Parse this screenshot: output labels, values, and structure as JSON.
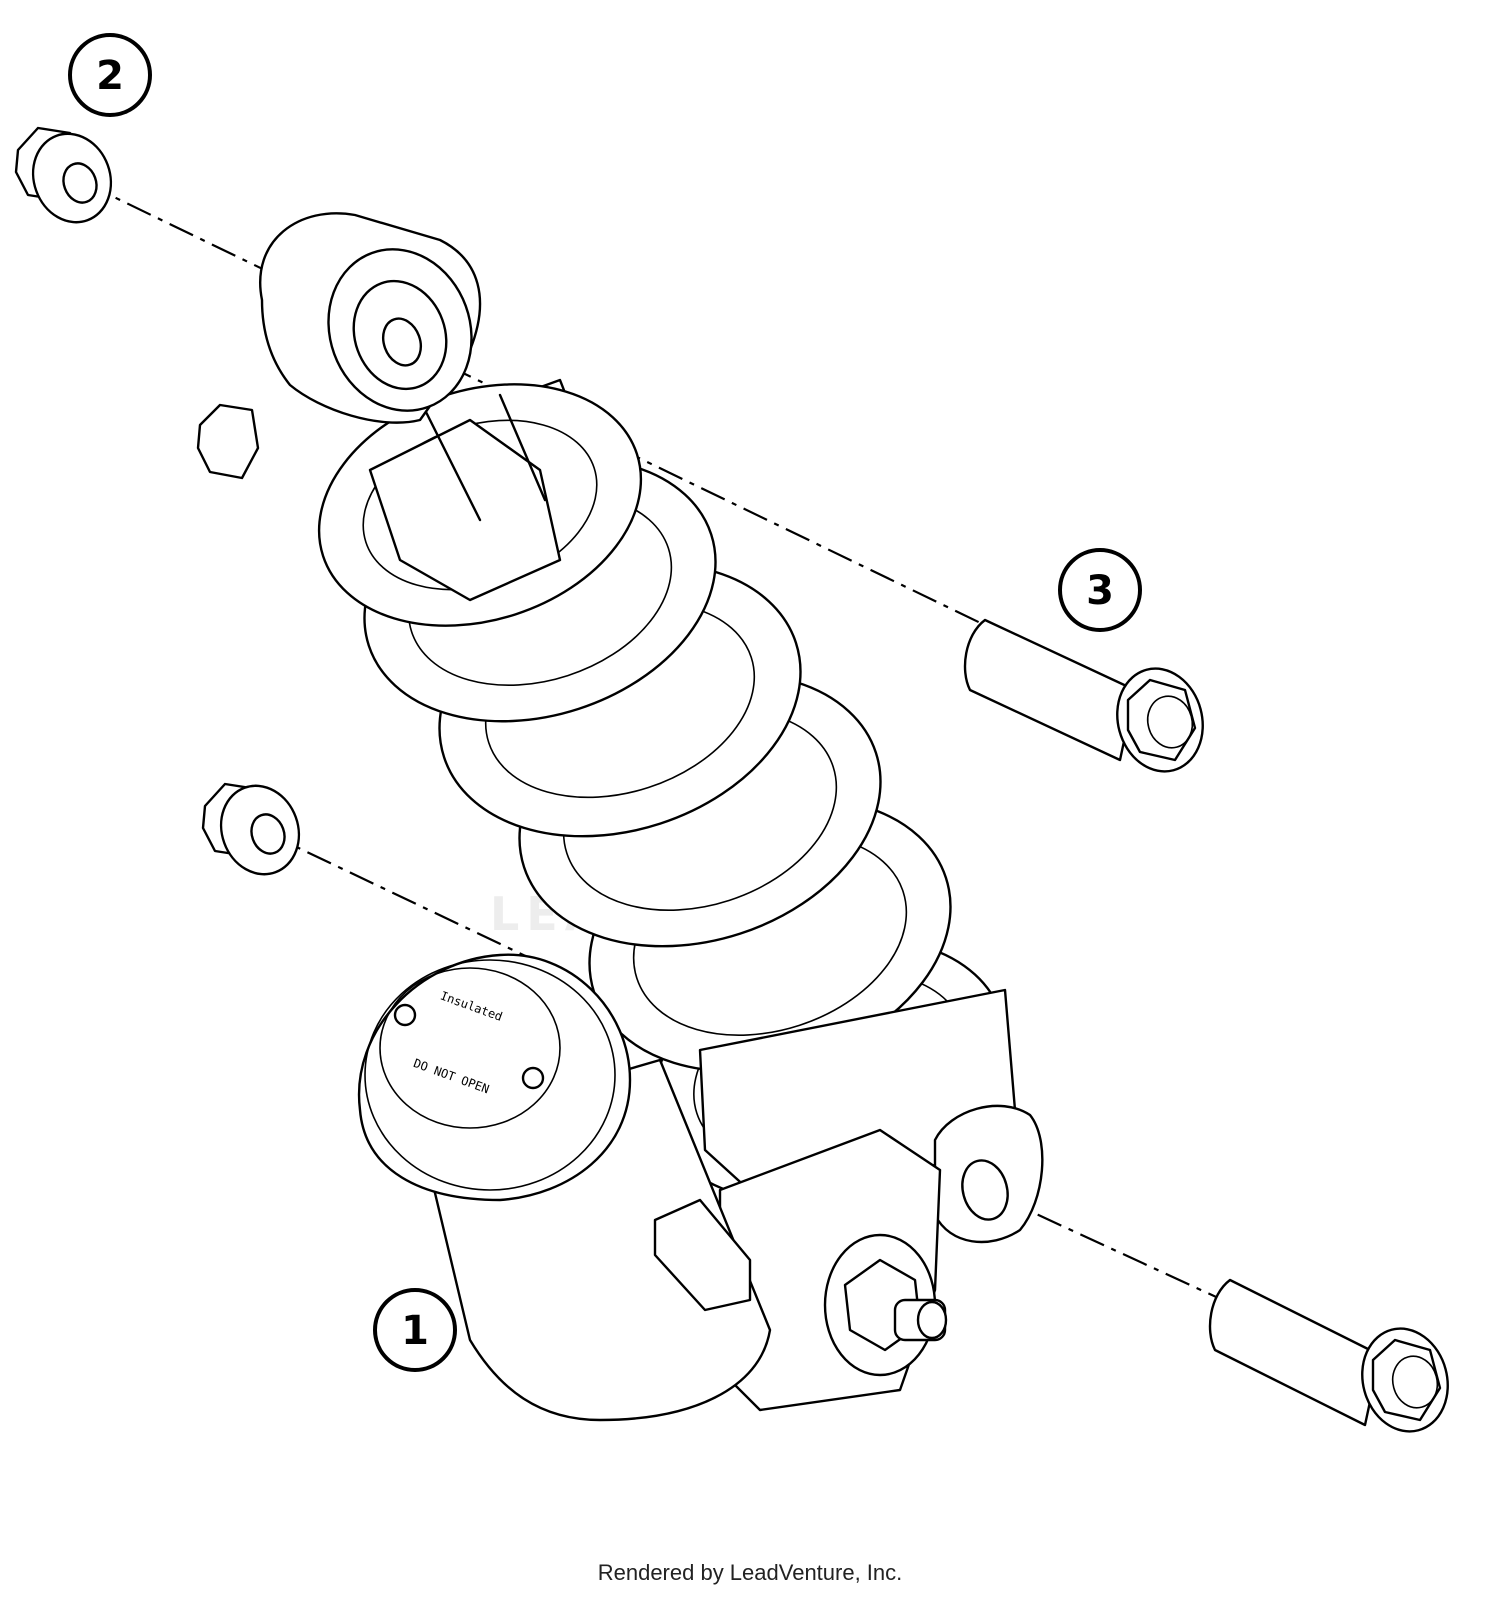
{
  "diagram": {
    "callouts": [
      {
        "id": "1",
        "label": "1",
        "part": "shock-absorber"
      },
      {
        "id": "2",
        "label": "2",
        "part": "flange-nut"
      },
      {
        "id": "3",
        "label": "3",
        "part": "flange-bolt"
      }
    ],
    "watermark": "LEADVENTURE",
    "cap_text_line1": "Insulated",
    "cap_text_line2": "DO NOT OPEN",
    "credit": "Rendered by LeadVenture, Inc."
  }
}
